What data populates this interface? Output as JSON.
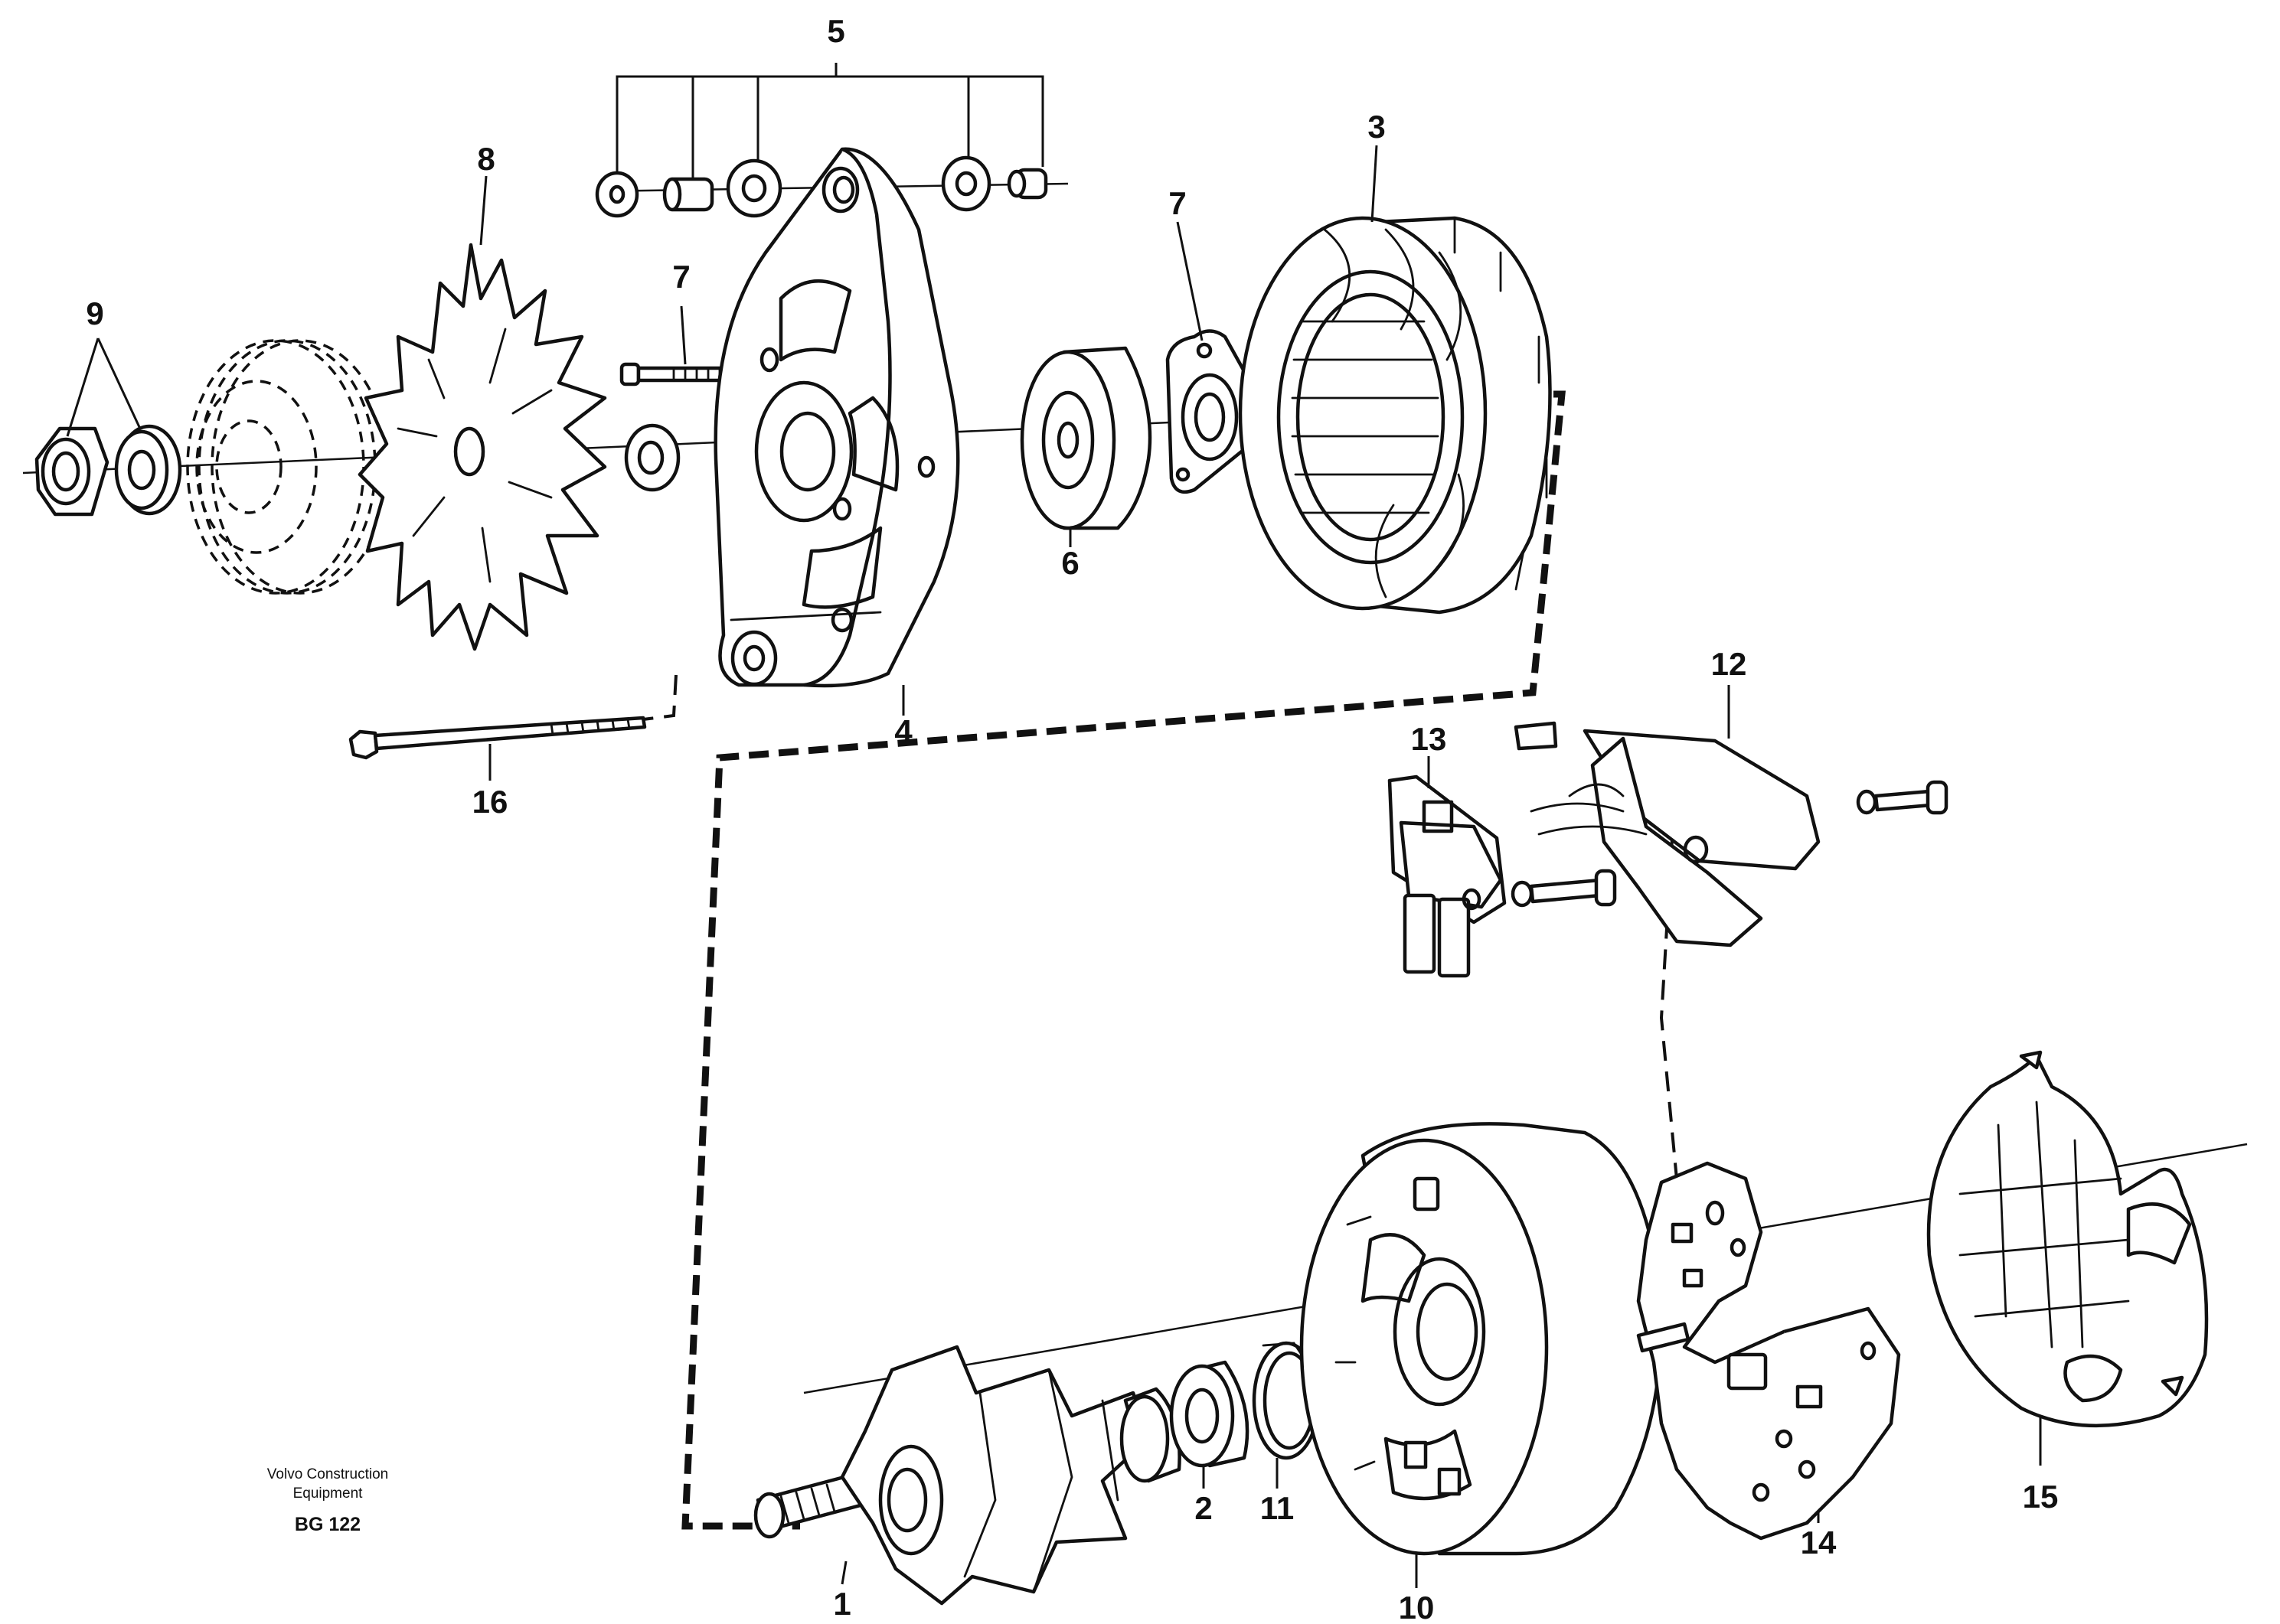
{
  "callouts": {
    "c1": "1",
    "c2": "2",
    "c3": "3",
    "c4": "4",
    "c5": "5",
    "c6": "6",
    "c7a": "7",
    "c7b": "7",
    "c8": "8",
    "c9": "9",
    "c10": "10",
    "c11": "11",
    "c12": "12",
    "c13": "13",
    "c14": "14",
    "c15": "15",
    "c16": "16"
  },
  "brand": {
    "line1": "Volvo Construction",
    "line2": "Equipment",
    "code": "BG 122"
  }
}
